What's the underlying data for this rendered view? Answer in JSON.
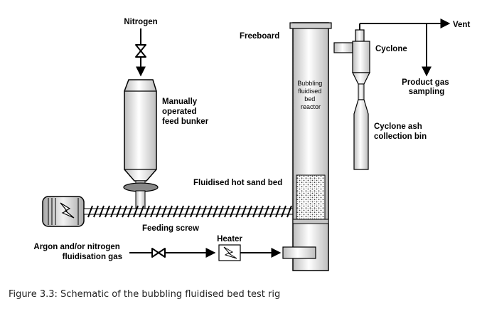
{
  "labels": {
    "nitrogen": "Nitrogen",
    "vent": "Vent",
    "freeboard": "Freeboard",
    "cyclone": "Cyclone",
    "reactor": [
      "Bubbling",
      "fluidised",
      "bed",
      "reactor"
    ],
    "bunker": [
      "Manually",
      "operated",
      "feed bunker"
    ],
    "product_gas": [
      "Product gas",
      "sampling"
    ],
    "ash_bin": [
      "Cyclone ash",
      "collection bin"
    ],
    "sand_bed": "Fluidised hot sand bed",
    "screw": "Feeding screw",
    "heater": "Heater",
    "gas_inlet": [
      "Argon and/or nitrogen",
      "fluidisation gas"
    ]
  },
  "caption": "Figure 3.3: Schematic of the bubbling fluidised bed test rig",
  "colors": {
    "line": "#000000",
    "vessel_fill_light": "#ffffff",
    "vessel_fill_dark": "#bdbdbd",
    "sand_dots": "#444444"
  }
}
